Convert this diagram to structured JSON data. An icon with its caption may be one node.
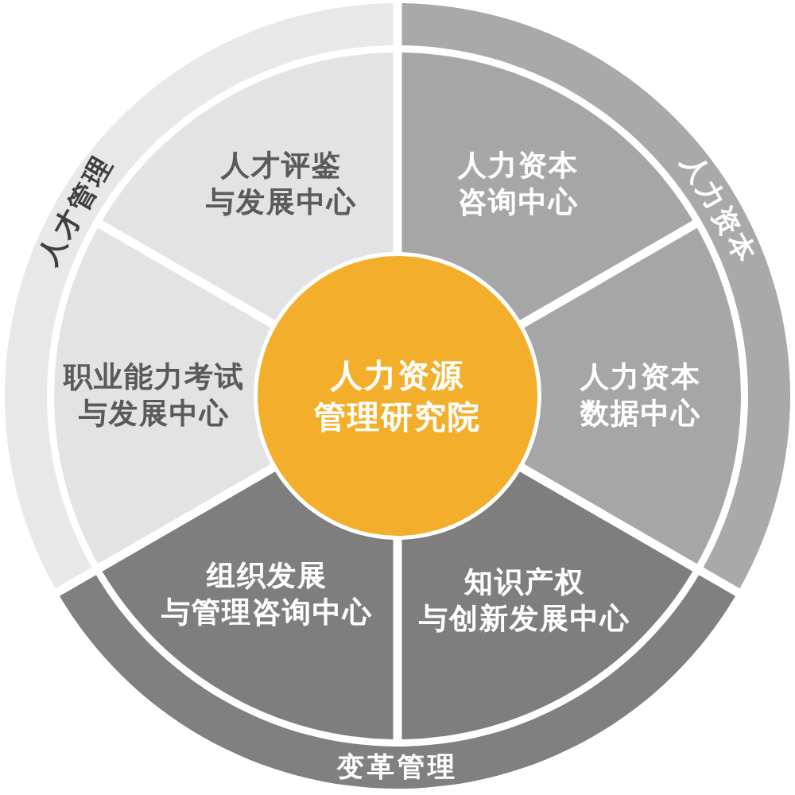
{
  "diagram": {
    "nodes": [
      {
        "text": [
          "人才管理"
        ]
      },
      {
        "text": [
          "人才评鉴与发展中心"
        ]
      },
      {
        "text": [
          "人力资本咨询中心"
        ]
      },
      {
        "text": [
          "人力资本"
        ]
      },
      {
        "text": [
          "职业能力考试与发展中心"
        ]
      },
      {
        "text": [
          "人力资源管理研究院"
        ]
      },
      {
        "text": [
          "人力资本数据中心"
        ]
      },
      {
        "text": [
          "组织发展与管理咨询中心"
        ]
      },
      {
        "text": [
          "知识产权与创新发展中心"
        ]
      },
      {
        "text": [
          "变革管理"
        ]
      }
    ]
  }
}
